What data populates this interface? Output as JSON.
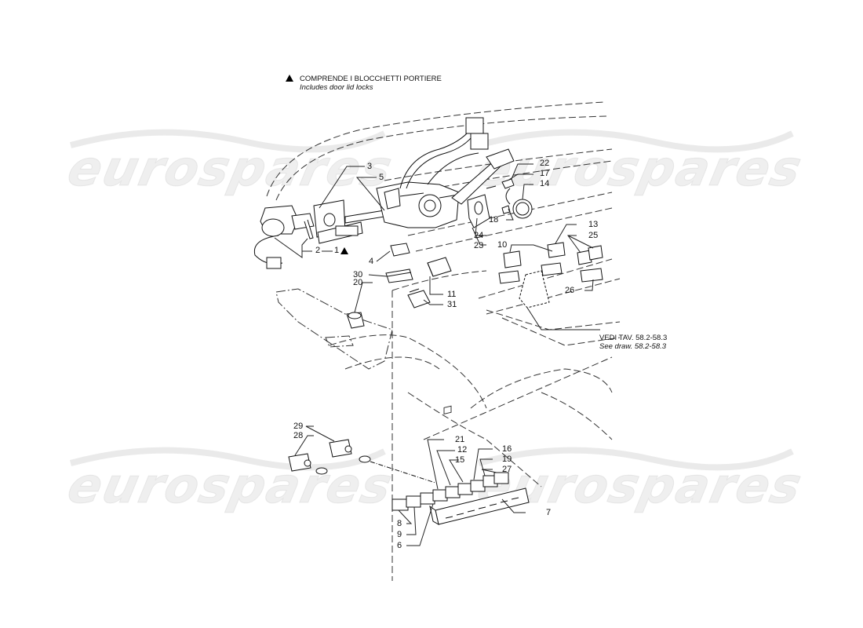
{
  "diagram": {
    "type": "exploded parts diagram",
    "subject": "Steering column switches, ignition lock and dashboard switch panel",
    "note": {
      "symbol": "triangle",
      "italian": "COMPRENDE I BLOCCHETTI PORTIERE",
      "english": "Includes door lid locks"
    },
    "reference": {
      "italian": "VEDI TAV. 58.2-58.3",
      "english": "See draw. 58.2-58.3"
    },
    "callouts": [
      {
        "id": "1",
        "label": "1",
        "marker": "triangle"
      },
      {
        "id": "2",
        "label": "2"
      },
      {
        "id": "3",
        "label": "3"
      },
      {
        "id": "4",
        "label": "4"
      },
      {
        "id": "5",
        "label": "5"
      },
      {
        "id": "6",
        "label": "6"
      },
      {
        "id": "7",
        "label": "7"
      },
      {
        "id": "8",
        "label": "8"
      },
      {
        "id": "9",
        "label": "9"
      },
      {
        "id": "10",
        "label": "10"
      },
      {
        "id": "11",
        "label": "11"
      },
      {
        "id": "12",
        "label": "12"
      },
      {
        "id": "13",
        "label": "13"
      },
      {
        "id": "14",
        "label": "14"
      },
      {
        "id": "15",
        "label": "15"
      },
      {
        "id": "16",
        "label": "16"
      },
      {
        "id": "17",
        "label": "17"
      },
      {
        "id": "18",
        "label": "18"
      },
      {
        "id": "19",
        "label": "19"
      },
      {
        "id": "20",
        "label": "20"
      },
      {
        "id": "21",
        "label": "21"
      },
      {
        "id": "22",
        "label": "22"
      },
      {
        "id": "23",
        "label": "23"
      },
      {
        "id": "24",
        "label": "24"
      },
      {
        "id": "25",
        "label": "25"
      },
      {
        "id": "26",
        "label": "26"
      },
      {
        "id": "27",
        "label": "27"
      },
      {
        "id": "28",
        "label": "28"
      },
      {
        "id": "29",
        "label": "29"
      },
      {
        "id": "30",
        "label": "30"
      },
      {
        "id": "31",
        "label": "31"
      }
    ],
    "watermark": "eurospares"
  }
}
